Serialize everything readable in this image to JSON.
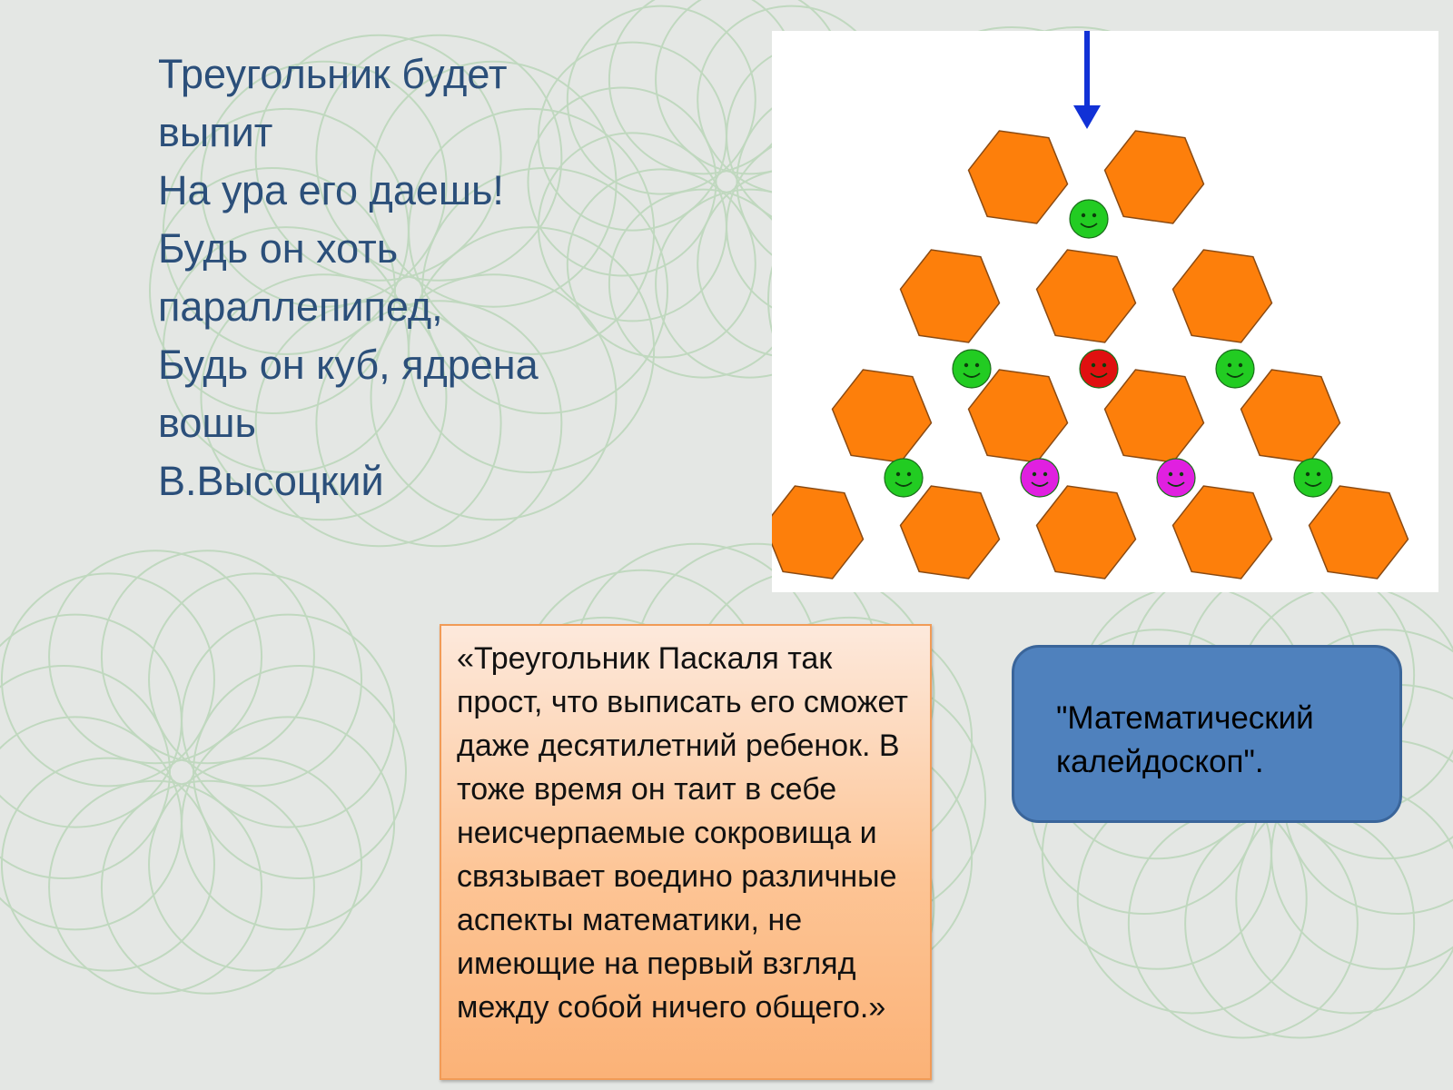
{
  "poem": {
    "lines": [
      "Треугольник будет",
      "выпит",
      "На ура его даешь!",
      "Будь он хоть",
      "параллепипед,",
      "Будь он куб, ядрена",
      "вошь",
      "В.Высоцкий"
    ]
  },
  "quote": {
    "text": "«Треугольник Паскаля так прост, что выписать его сможет даже десятилетний ребенок. В тоже время он таит в себе неисчерпаемые сокровища и связывает воедино различные аспекты математики, не имеющие на первый взгляд между собой ничего общего.»"
  },
  "note": {
    "text": "\"Математический калейдоскоп\"."
  },
  "illustration": {
    "hexagon_rows": [
      2,
      3,
      4,
      5
    ],
    "ball_rows": [
      [
        "green"
      ],
      [
        "green",
        "red",
        "green"
      ],
      [
        "green",
        "magenta",
        "magenta",
        "green"
      ]
    ],
    "colors": {
      "hexagon": "#fd7f0b",
      "hexagon_stroke": "#8a4a12",
      "arrow": "#1131d6",
      "green": "#22cc22",
      "red": "#e01010",
      "magenta": "#e020e0",
      "accent_text": "#2b4f7a"
    }
  }
}
